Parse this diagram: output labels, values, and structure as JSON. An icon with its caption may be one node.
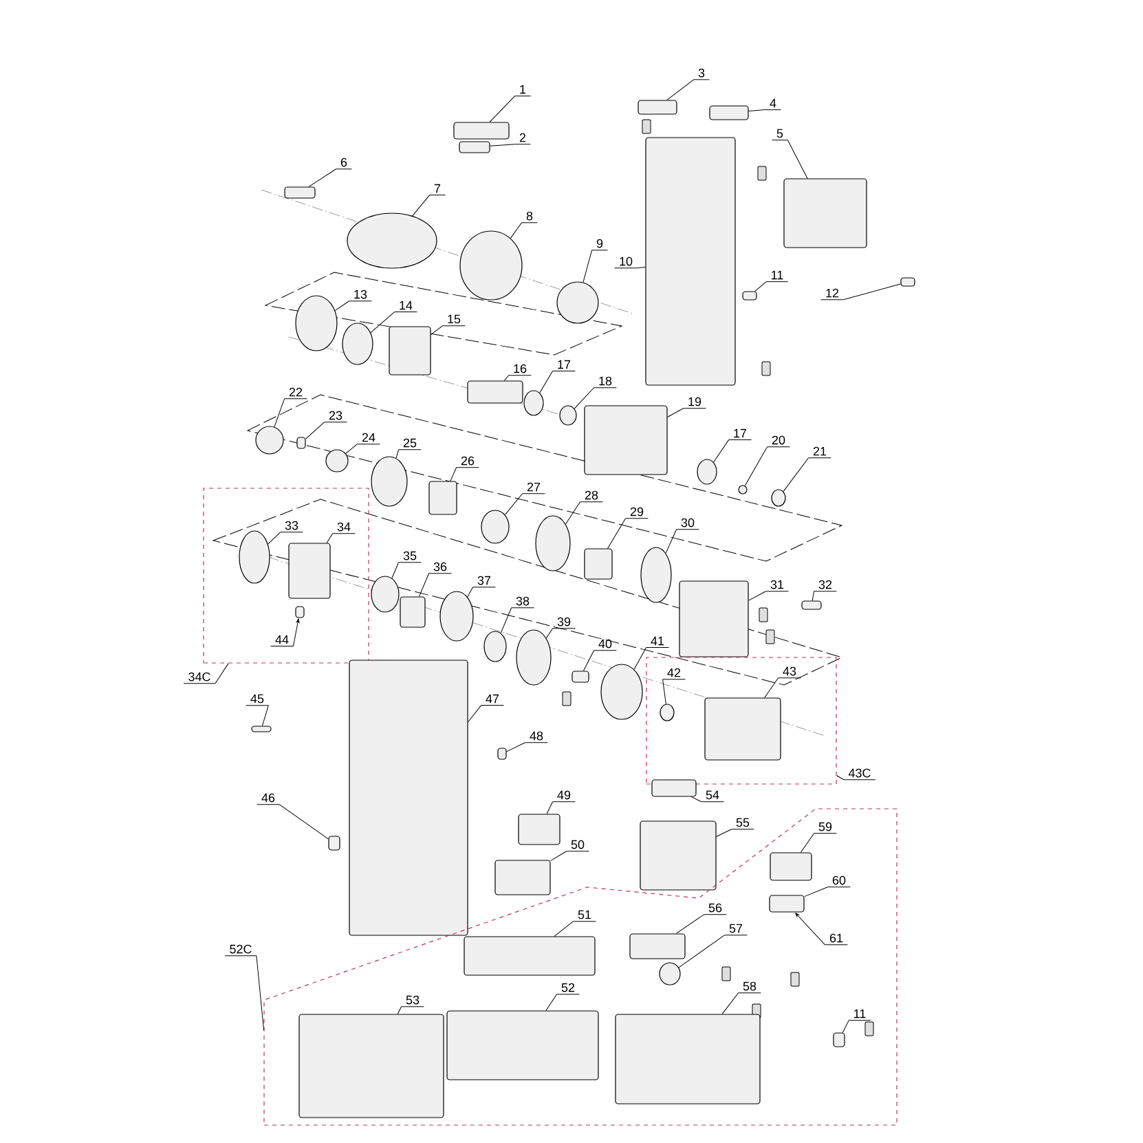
{
  "diagram": {
    "nodes": [
      {
        "text": [
          "1"
        ]
      },
      {
        "text": [],
        "shape": "box"
      },
      {
        "text": [
          "2"
        ]
      },
      {
        "text": [],
        "shape": "box"
      },
      {
        "text": [
          "3"
        ]
      },
      {
        "text": [],
        "shape": "box"
      },
      {
        "text": [
          "4"
        ]
      },
      {
        "text": [],
        "shape": "box"
      },
      {
        "text": [
          "5"
        ]
      },
      {
        "text": [],
        "shape": "box"
      },
      {
        "text": [
          "6"
        ]
      },
      {
        "text": [],
        "shape": "box"
      },
      {
        "text": [
          "7"
        ]
      },
      {
        "text": [],
        "shape": "circle"
      },
      {
        "text": [
          "8"
        ]
      },
      {
        "text": [],
        "shape": "circle"
      },
      {
        "text": [
          "9"
        ]
      },
      {
        "text": [],
        "shape": "circle"
      },
      {
        "text": [
          "10"
        ]
      },
      {
        "text": [],
        "shape": "box"
      },
      {
        "text": [
          "11"
        ]
      },
      {
        "text": [],
        "shape": "box"
      },
      {
        "text": [
          "12"
        ]
      },
      {
        "text": [],
        "shape": "box"
      },
      {
        "text": [
          "13"
        ]
      },
      {
        "text": [],
        "shape": "circle"
      },
      {
        "text": [
          "14"
        ]
      },
      {
        "text": [],
        "shape": "circle"
      },
      {
        "text": [
          "15"
        ]
      },
      {
        "text": [],
        "shape": "box"
      },
      {
        "text": [
          "16"
        ]
      },
      {
        "text": [],
        "shape": "box"
      },
      {
        "text": [
          "17"
        ]
      },
      {
        "text": [],
        "shape": "circle"
      },
      {
        "text": [
          "18"
        ]
      },
      {
        "text": [],
        "shape": "circle"
      },
      {
        "text": [
          "19"
        ]
      },
      {
        "text": [],
        "shape": "box"
      },
      {
        "text": [
          "17"
        ]
      },
      {
        "text": [],
        "shape": "circle"
      },
      {
        "text": [
          "20"
        ]
      },
      {
        "text": [],
        "shape": "circle"
      },
      {
        "text": [
          "21"
        ]
      },
      {
        "text": [],
        "shape": "circle"
      },
      {
        "text": [
          "22"
        ]
      },
      {
        "text": [],
        "shape": "circle"
      },
      {
        "text": [
          "23"
        ]
      },
      {
        "text": [],
        "shape": "box"
      },
      {
        "text": [
          "24"
        ]
      },
      {
        "text": [],
        "shape": "circle"
      },
      {
        "text": [
          "25"
        ]
      },
      {
        "text": [],
        "shape": "circle"
      },
      {
        "text": [
          "26"
        ]
      },
      {
        "text": [],
        "shape": "box"
      },
      {
        "text": [
          "27"
        ]
      },
      {
        "text": [],
        "shape": "circle"
      },
      {
        "text": [
          "28"
        ]
      },
      {
        "text": [],
        "shape": "circle"
      },
      {
        "text": [
          "29"
        ]
      },
      {
        "text": [],
        "shape": "box"
      },
      {
        "text": [
          "30"
        ]
      },
      {
        "text": [],
        "shape": "circle"
      },
      {
        "text": [
          "31"
        ]
      },
      {
        "text": [],
        "shape": "box"
      },
      {
        "text": [
          "32"
        ]
      },
      {
        "text": [],
        "shape": "box"
      },
      {
        "text": [],
        "shape": "box"
      },
      {
        "text": [
          "33"
        ],
        "in": 66
      },
      {
        "text": [],
        "shape": "circle",
        "in": 66
      },
      {
        "text": [
          "34"
        ],
        "in": 66
      },
      {
        "text": [],
        "shape": "box",
        "in": 66
      },
      {
        "text": [
          "35"
        ]
      },
      {
        "text": [],
        "shape": "circle"
      },
      {
        "text": [
          "36"
        ]
      },
      {
        "text": [],
        "shape": "box"
      },
      {
        "text": [
          "37"
        ]
      },
      {
        "text": [],
        "shape": "circle"
      },
      {
        "text": [
          "38"
        ]
      },
      {
        "text": [],
        "shape": "circle"
      },
      {
        "text": [
          "39"
        ]
      },
      {
        "text": [],
        "shape": "circle"
      },
      {
        "text": [
          "40"
        ]
      },
      {
        "text": [],
        "shape": "box"
      },
      {
        "text": [
          "41"
        ]
      },
      {
        "text": [],
        "shape": "circle"
      },
      {
        "text": [],
        "shape": "box"
      },
      {
        "text": [
          "42"
        ],
        "in": 85
      },
      {
        "text": [],
        "shape": "circle",
        "in": 85
      },
      {
        "text": [
          "43"
        ],
        "in": 85
      },
      {
        "text": [],
        "shape": "box",
        "in": 85
      },
      {
        "text": [
          "44"
        ],
        "in": 66
      },
      {
        "text": [],
        "shape": "box",
        "in": 66
      },
      {
        "text": [
          "34C"
        ]
      },
      {
        "text": [
          "43C"
        ]
      },
      {
        "text": [
          "45"
        ]
      },
      {
        "text": [],
        "shape": "box"
      },
      {
        "text": [
          "46"
        ]
      },
      {
        "text": [],
        "shape": "box"
      },
      {
        "text": [
          "47"
        ]
      },
      {
        "text": [],
        "shape": "box"
      },
      {
        "text": [
          "48"
        ]
      },
      {
        "text": [],
        "shape": "box"
      },
      {
        "text": [
          "49"
        ]
      },
      {
        "text": [],
        "shape": "box"
      },
      {
        "text": [
          "50"
        ]
      },
      {
        "text": [],
        "shape": "box"
      },
      {
        "text": [
          "54"
        ]
      },
      {
        "text": [],
        "shape": "box"
      },
      {
        "text": [
          "55"
        ]
      },
      {
        "text": [],
        "shape": "box"
      },
      {
        "text": [],
        "shape": "box"
      },
      {
        "text": [
          "59"
        ],
        "in": 110
      },
      {
        "text": [],
        "shape": "box",
        "in": 110
      },
      {
        "text": [
          "60"
        ],
        "in": 110
      },
      {
        "text": [],
        "shape": "box",
        "in": 110
      },
      {
        "text": [
          "61"
        ],
        "in": 110
      },
      {
        "text": [
          "56"
        ],
        "in": 110
      },
      {
        "text": [],
        "shape": "box",
        "in": 110
      },
      {
        "text": [
          "57"
        ],
        "in": 110
      },
      {
        "text": [],
        "shape": "circle",
        "in": 110
      },
      {
        "text": [
          "51"
        ],
        "in": 110
      },
      {
        "text": [],
        "shape": "box",
        "in": 110
      },
      {
        "text": [
          "52C"
        ]
      },
      {
        "text": [
          "53"
        ],
        "in": 110
      },
      {
        "text": [],
        "shape": "box",
        "in": 110
      },
      {
        "text": [
          "52"
        ],
        "in": 110
      },
      {
        "text": [],
        "shape": "box",
        "in": 110
      },
      {
        "text": [
          "58"
        ],
        "in": 110
      },
      {
        "text": [],
        "shape": "box",
        "in": 110
      },
      {
        "text": [
          "11"
        ],
        "in": 110
      },
      {
        "text": [],
        "shape": "box",
        "in": 110
      }
    ],
    "edges": [
      {
        "from": 0,
        "to": 1,
        "arrow": "none"
      },
      {
        "from": 2,
        "to": 3,
        "arrow": "none"
      },
      {
        "from": 4,
        "to": 5,
        "arrow": "none"
      },
      {
        "from": 6,
        "to": 7,
        "arrow": "none"
      },
      {
        "from": 8,
        "to": 9,
        "arrow": "none"
      },
      {
        "from": 10,
        "to": 11,
        "arrow": "none"
      },
      {
        "from": 12,
        "to": 13,
        "arrow": "none"
      },
      {
        "from": 14,
        "to": 15,
        "arrow": "none"
      },
      {
        "from": 16,
        "to": 17,
        "arrow": "none"
      },
      {
        "from": 18,
        "to": 19,
        "arrow": "none"
      },
      {
        "from": 20,
        "to": 21,
        "arrow": "none"
      },
      {
        "from": 22,
        "to": 23,
        "arrow": "none"
      },
      {
        "from": 24,
        "to": 25,
        "arrow": "none"
      },
      {
        "from": 26,
        "to": 27,
        "arrow": "none"
      },
      {
        "from": 28,
        "to": 29,
        "arrow": "none"
      },
      {
        "from": 30,
        "to": 31,
        "arrow": "none"
      },
      {
        "from": 32,
        "to": 33,
        "arrow": "none"
      },
      {
        "from": 34,
        "to": 35,
        "arrow": "none"
      },
      {
        "from": 36,
        "to": 37,
        "arrow": "none"
      },
      {
        "from": 38,
        "to": 39,
        "arrow": "none"
      },
      {
        "from": 40,
        "to": 41,
        "arrow": "none"
      },
      {
        "from": 42,
        "to": 43,
        "arrow": "none"
      },
      {
        "from": 44,
        "to": 45,
        "arrow": "none"
      },
      {
        "from": 46,
        "to": 47,
        "arrow": "none"
      },
      {
        "from": 48,
        "to": 49,
        "arrow": "none"
      },
      {
        "from": 50,
        "to": 51,
        "arrow": "none"
      },
      {
        "from": 52,
        "to": 53,
        "arrow": "none"
      },
      {
        "from": 54,
        "to": 55,
        "arrow": "none"
      },
      {
        "from": 56,
        "to": 57,
        "arrow": "none"
      },
      {
        "from": 58,
        "to": 59,
        "arrow": "none"
      },
      {
        "from": 60,
        "to": 61,
        "arrow": "none"
      },
      {
        "from": 62,
        "to": 63,
        "arrow": "none"
      },
      {
        "from": 64,
        "to": 65,
        "arrow": "none"
      },
      {
        "from": 67,
        "to": 68,
        "arrow": "none"
      },
      {
        "from": 69,
        "to": 70,
        "arrow": "none"
      },
      {
        "from": 71,
        "to": 72,
        "arrow": "none"
      },
      {
        "from": 73,
        "to": 74,
        "arrow": "none"
      },
      {
        "from": 75,
        "to": 76,
        "arrow": "none"
      },
      {
        "from": 77,
        "to": 78,
        "arrow": "none"
      },
      {
        "from": 79,
        "to": 80,
        "arrow": "none"
      },
      {
        "from": 81,
        "to": 82,
        "arrow": "none"
      },
      {
        "from": 83,
        "to": 84,
        "arrow": "none"
      },
      {
        "from": 86,
        "to": 87,
        "arrow": "none"
      },
      {
        "from": 88,
        "to": 89,
        "arrow": "none"
      },
      {
        "from": 90,
        "to": 91,
        "arrow": "to"
      },
      {
        "from": 92,
        "to": 66,
        "arrow": "none"
      },
      {
        "from": 93,
        "to": 85,
        "arrow": "none"
      },
      {
        "from": 94,
        "to": 95,
        "arrow": "none"
      },
      {
        "from": 96,
        "to": 97,
        "arrow": "none"
      },
      {
        "from": 98,
        "to": 99,
        "arrow": "none"
      },
      {
        "from": 100,
        "to": 101,
        "arrow": "none"
      },
      {
        "from": 102,
        "to": 103,
        "arrow": "none"
      },
      {
        "from": 104,
        "to": 105,
        "arrow": "none"
      },
      {
        "from": 106,
        "to": 107,
        "arrow": "none"
      },
      {
        "from": 108,
        "to": 109,
        "arrow": "none"
      },
      {
        "from": 111,
        "to": 112,
        "arrow": "none"
      },
      {
        "from": 113,
        "to": 114,
        "arrow": "none"
      },
      {
        "from": 115,
        "to": 114,
        "arrow": "to"
      },
      {
        "from": 116,
        "to": 117,
        "arrow": "none"
      },
      {
        "from": 118,
        "to": 119,
        "arrow": "none"
      },
      {
        "from": 120,
        "to": 121,
        "arrow": "none"
      },
      {
        "from": 122,
        "to": 110,
        "arrow": "none"
      },
      {
        "from": 123,
        "to": 124,
        "arrow": "none"
      },
      {
        "from": 125,
        "to": 126,
        "arrow": "none"
      },
      {
        "from": 127,
        "to": 128,
        "arrow": "none"
      },
      {
        "from": 129,
        "to": 130,
        "arrow": "none"
      }
    ]
  }
}
